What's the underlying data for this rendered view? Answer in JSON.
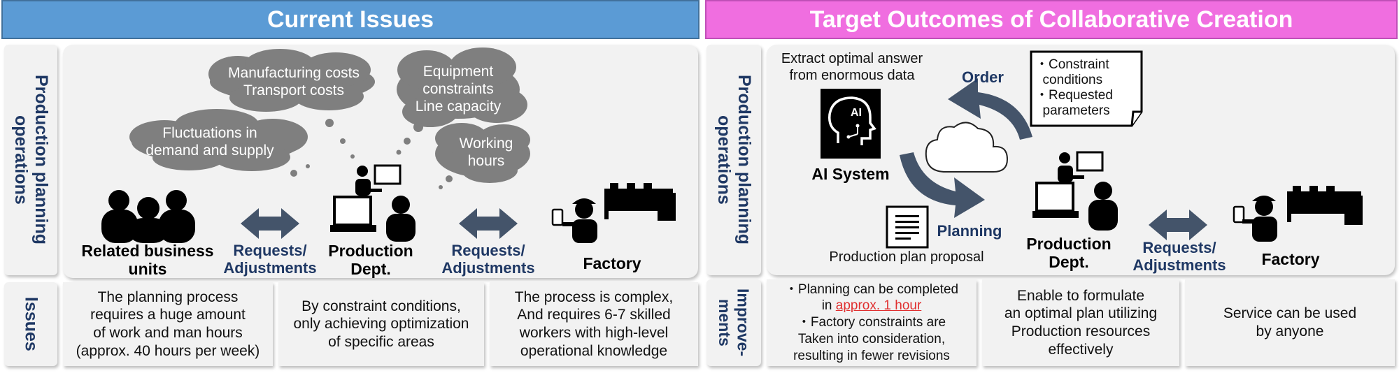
{
  "left": {
    "title": "Current Issues",
    "row_label": "Production planning operations",
    "issues_label": "Issues",
    "clouds": {
      "costs": "Manufacturing costs\nTransport costs",
      "equipment": "Equipment\nconstraints\nLine capacity",
      "fluctuations": "Fluctuations in\ndemand and supply",
      "hours": "Working\nhours"
    },
    "actors": {
      "related": "Related business\nunits",
      "production": "Production\nDept.",
      "factory": "Factory"
    },
    "arrow_label_1": "Requests/\nAdjustments",
    "arrow_label_2": "Requests/\nAdjustments",
    "issues": [
      "The planning process\nrequires a huge amount\nof work and man hours\n(approx. 40 hours per week)",
      "By constraint conditions,\nonly achieving optimization\nof specific areas",
      "The process is complex,\nAnd requires 6-7 skilled\nworkers with high-level\noperational knowledge"
    ]
  },
  "right": {
    "title": "Target Outcomes of Collaborative Creation",
    "row_label": "Production planning operations",
    "improvements_label": "Improve-\nments",
    "extract_text": "Extract optimal answer\nfrom enormous data",
    "ai_label": "AI System",
    "ai_icon_text": "AI",
    "order_label": "Order",
    "planning_label": "Planning",
    "note": "・Constraint\n  conditions\n・Requested\n  parameters",
    "plan_proposal": "Production plan proposal",
    "production": "Production\nDept.",
    "arrow_label": "Requests/\nAdjustments",
    "factory": "Factory",
    "improvements": {
      "cell1_line1": "・Planning can be completed",
      "cell1_in": "in ",
      "cell1_highlight": "approx. 1 hour",
      "cell1_rest": "・Factory constraints are\nTaken into consideration,\nresulting in fewer revisions",
      "cell2": "Enable to formulate\nan optimal plan utilizing\nProduction resources\neffectively",
      "cell3": "Service can be used\nby anyone"
    }
  },
  "colors": {
    "left_header": "#5b9bd5",
    "right_header": "#f06ee0",
    "label_blue": "#1f3864",
    "arrow_blue": "#44546a",
    "cloud_gray": "#7f7f7f",
    "highlight_red": "#e03030"
  }
}
